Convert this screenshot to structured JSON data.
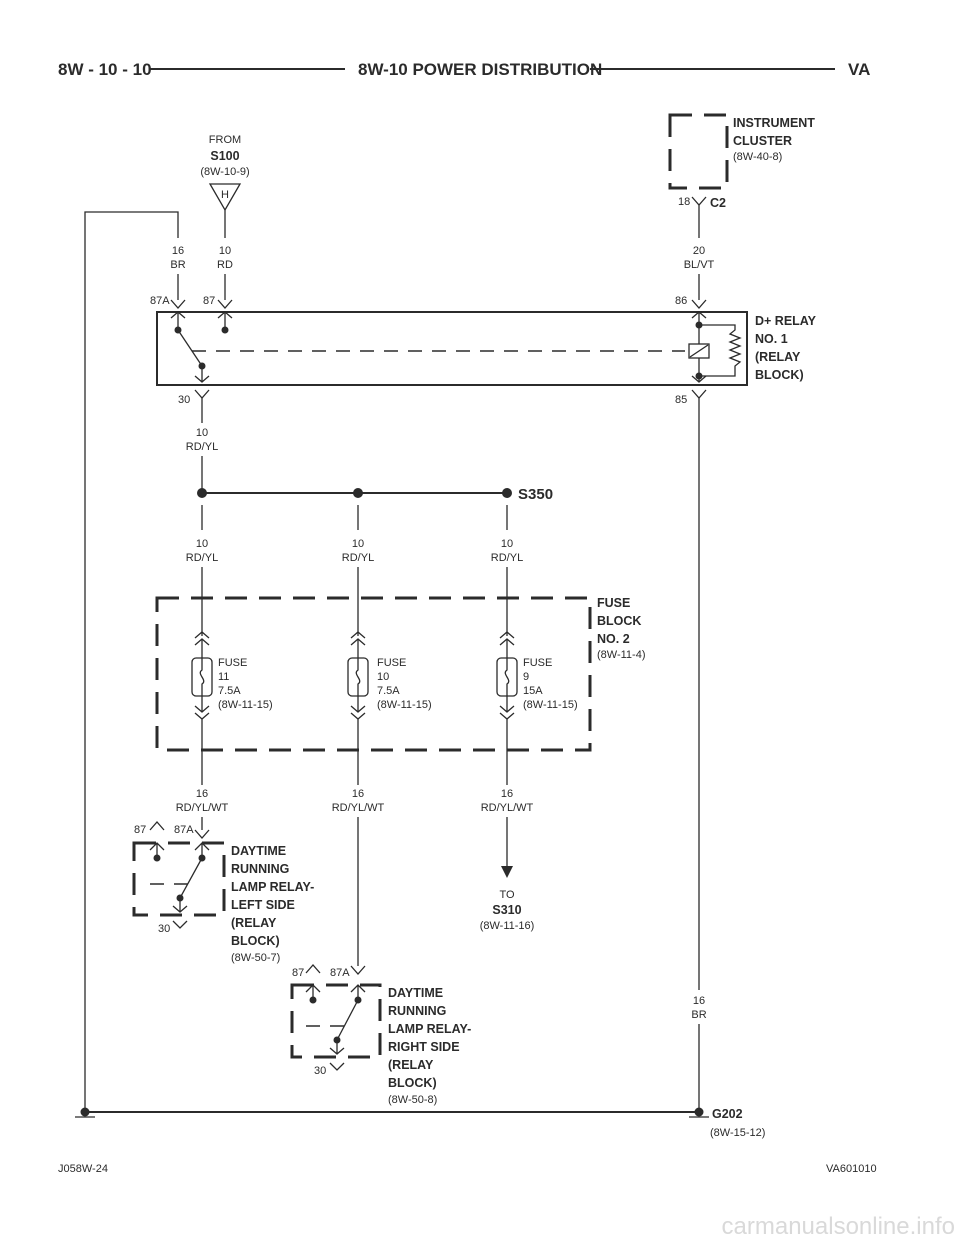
{
  "header": {
    "page_number": "8W - 10 - 10",
    "title": "8W-10 POWER DISTRIBUTION",
    "model": "VA"
  },
  "footer": {
    "left_code": "J058W-24",
    "right_code": "VA601010",
    "watermark": "carmanualsonline.info"
  },
  "source_s100": {
    "from": "FROM",
    "splice": "S100",
    "ref": "(8W-10-9)",
    "connector": "H"
  },
  "instrument_cluster": {
    "line1": "INSTRUMENT",
    "line2": "CLUSTER",
    "ref": "(8W-40-8)",
    "connector": "C2",
    "pin": "18"
  },
  "wire_br_top": {
    "gauge": "16",
    "color": "BR"
  },
  "wire_rd_top": {
    "gauge": "10",
    "color": "RD"
  },
  "wire_blvt": {
    "gauge": "20",
    "color": "BL/VT"
  },
  "relay_d": {
    "line1": "D+ RELAY",
    "line2": "NO. 1",
    "line3": "(RELAY",
    "line4": "BLOCK)",
    "pin_87a": "87A",
    "pin_87": "87",
    "pin_86": "86",
    "pin_30": "30",
    "pin_85": "85"
  },
  "wire_rdyl_main": {
    "gauge": "10",
    "color": "RD/YL"
  },
  "splice_s350": {
    "label": "S350"
  },
  "branch_wires": [
    {
      "gauge": "10",
      "color": "RD/YL"
    },
    {
      "gauge": "10",
      "color": "RD/YL"
    },
    {
      "gauge": "10",
      "color": "RD/YL"
    }
  ],
  "fuse_block": {
    "line1": "FUSE",
    "line2": "BLOCK",
    "line3": "NO. 2",
    "ref": "(8W-11-4)"
  },
  "fuses": [
    {
      "label": "FUSE",
      "number": "11",
      "rating": "7.5A",
      "ref": "(8W-11-15)"
    },
    {
      "label": "FUSE",
      "number": "10",
      "rating": "7.5A",
      "ref": "(8W-11-15)"
    },
    {
      "label": "FUSE",
      "number": "9",
      "rating": "15A",
      "ref": "(8W-11-15)"
    }
  ],
  "output_wires": [
    {
      "gauge": "16",
      "color": "RD/YL/WT"
    },
    {
      "gauge": "16",
      "color": "RD/YL/WT"
    },
    {
      "gauge": "16",
      "color": "RD/YL/WT"
    }
  ],
  "drl_left": {
    "line1": "DAYTIME",
    "line2": "RUNNING",
    "line3": "LAMP RELAY-",
    "line4": "LEFT SIDE",
    "line5": "(RELAY",
    "line6": "BLOCK)",
    "ref": "(8W-50-7)",
    "pin_87": "87",
    "pin_87a": "87A",
    "pin_30": "30"
  },
  "drl_right": {
    "line1": "DAYTIME",
    "line2": "RUNNING",
    "line3": "LAMP RELAY-",
    "line4": "RIGHT SIDE",
    "line5": "(RELAY",
    "line6": "BLOCK)",
    "ref": "(8W-50-8)",
    "pin_87": "87",
    "pin_87a": "87A",
    "pin_30": "30"
  },
  "to_s310": {
    "to": "TO",
    "splice": "S310",
    "ref": "(8W-11-16)"
  },
  "wire_br_bottom": {
    "gauge": "16",
    "color": "BR"
  },
  "ground": {
    "label": "G202",
    "ref": "(8W-15-12)"
  }
}
